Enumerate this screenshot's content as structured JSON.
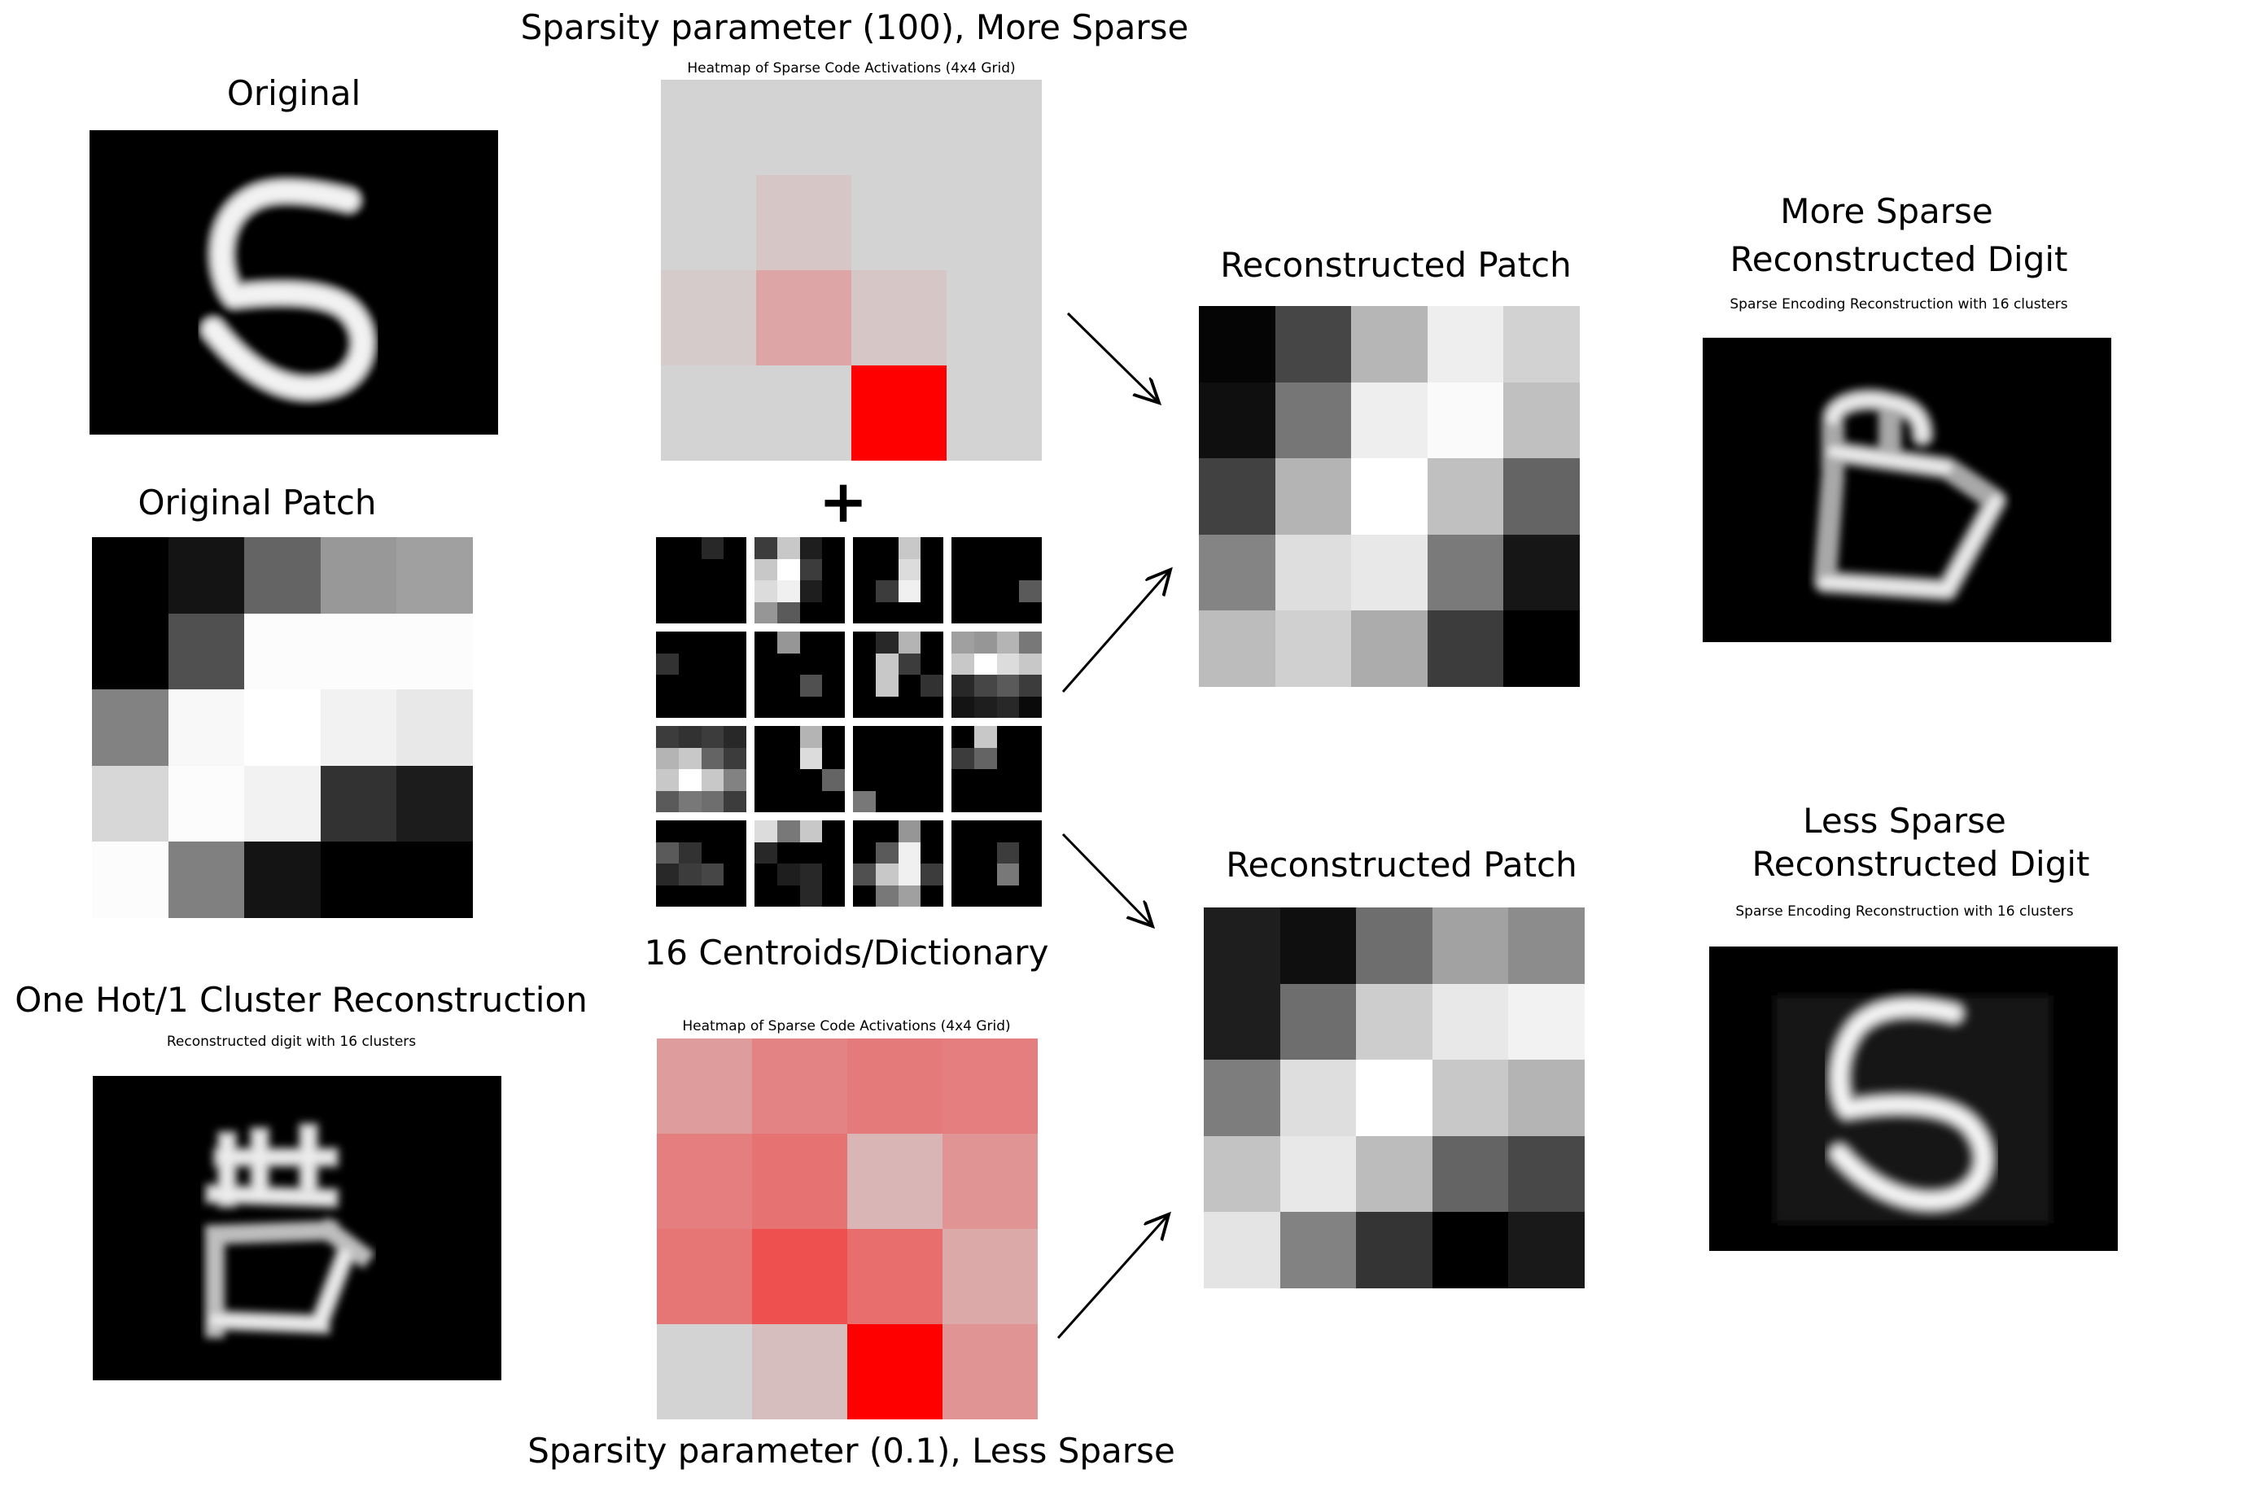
{
  "labels": {
    "original": "Original",
    "original_patch": "Original Patch",
    "one_hot": "One Hot/1 Cluster Reconstruction",
    "one_hot_sub": "Reconstructed digit with 16 clusters",
    "sparsity_high": "Sparsity parameter (100), More Sparse",
    "heatmap_title_top": "Heatmap of Sparse Code Activations (4x4 Grid)",
    "plus": "+",
    "centroids": "16 Centroids/Dictionary",
    "heatmap_title_bottom": "Heatmap of Sparse Code Activations (4x4 Grid)",
    "sparsity_low": "Sparsity parameter (0.1), Less Sparse",
    "recon_patch_top": "Reconstructed Patch",
    "recon_patch_bottom": "Reconstructed Patch",
    "more_sparse_line1": "More Sparse",
    "more_sparse_line2": "Reconstructed Digit",
    "more_sparse_sub": "Sparse Encoding Reconstruction with 16 clusters",
    "less_sparse_line1": "Less Sparse",
    "less_sparse_line2": "Reconstructed Digit",
    "less_sparse_sub": "Sparse Encoding Reconstruction with 16 clusters"
  },
  "patches": {
    "original": [
      [
        0,
        20,
        100,
        152,
        160
      ],
      [
        0,
        80,
        252,
        252,
        252
      ],
      [
        130,
        248,
        255,
        242,
        232
      ],
      [
        215,
        252,
        242,
        50,
        28
      ],
      [
        252,
        128,
        20,
        0,
        0
      ]
    ],
    "recon_top": [
      [
        5,
        70,
        182,
        238,
        210
      ],
      [
        15,
        118,
        238,
        250,
        192
      ],
      [
        65,
        180,
        255,
        192,
        100
      ],
      [
        132,
        222,
        232,
        122,
        22
      ],
      [
        188,
        208,
        172,
        60,
        0
      ]
    ],
    "recon_bottom": [
      [
        30,
        15,
        110,
        162,
        140
      ],
      [
        30,
        110,
        205,
        232,
        242
      ],
      [
        125,
        222,
        255,
        200,
        180
      ],
      [
        195,
        232,
        188,
        100,
        72
      ],
      [
        228,
        130,
        52,
        0,
        25
      ]
    ]
  },
  "heatmaps": {
    "more_sparse": [
      [
        0.0,
        0.0,
        0.0,
        0.0
      ],
      [
        0.0,
        0.06,
        0.0,
        0.0
      ],
      [
        0.04,
        0.22,
        0.06,
        0.0
      ],
      [
        0.0,
        0.0,
        1.0,
        0.0
      ]
    ],
    "less_sparse": [
      [
        0.26,
        0.38,
        0.42,
        0.4
      ],
      [
        0.4,
        0.46,
        0.14,
        0.3
      ],
      [
        0.44,
        0.62,
        0.48,
        0.2
      ],
      [
        0.0,
        0.1,
        1.0,
        0.3
      ]
    ],
    "colors": {
      "low": "#d3d3d3",
      "high": "#ff0000"
    }
  },
  "centroids": [
    [
      [
        0,
        0,
        40,
        0
      ],
      [
        0,
        0,
        0,
        0
      ],
      [
        0,
        0,
        0,
        0
      ],
      [
        0,
        0,
        0,
        0
      ]
    ],
    [
      [
        60,
        200,
        30,
        0
      ],
      [
        200,
        255,
        60,
        0
      ],
      [
        220,
        240,
        30,
        0
      ],
      [
        150,
        90,
        0,
        0
      ]
    ],
    [
      [
        0,
        0,
        200,
        0
      ],
      [
        0,
        0,
        220,
        0
      ],
      [
        0,
        60,
        240,
        0
      ],
      [
        0,
        0,
        0,
        0
      ]
    ],
    [
      [
        0,
        0,
        0,
        0
      ],
      [
        0,
        0,
        0,
        0
      ],
      [
        0,
        0,
        0,
        90
      ],
      [
        0,
        0,
        0,
        0
      ]
    ],
    [
      [
        0,
        0,
        0,
        0
      ],
      [
        50,
        0,
        0,
        0
      ],
      [
        0,
        0,
        0,
        0
      ],
      [
        0,
        0,
        0,
        0
      ]
    ],
    [
      [
        0,
        150,
        0,
        0
      ],
      [
        0,
        0,
        0,
        0
      ],
      [
        0,
        0,
        80,
        0
      ],
      [
        0,
        0,
        0,
        0
      ]
    ],
    [
      [
        0,
        40,
        180,
        0
      ],
      [
        0,
        200,
        60,
        0
      ],
      [
        0,
        200,
        0,
        50
      ],
      [
        0,
        0,
        0,
        0
      ]
    ],
    [
      [
        160,
        150,
        180,
        120
      ],
      [
        200,
        255,
        220,
        200
      ],
      [
        40,
        70,
        90,
        60
      ],
      [
        20,
        30,
        40,
        10
      ]
    ],
    [
      [
        60,
        50,
        60,
        40
      ],
      [
        180,
        200,
        100,
        60
      ],
      [
        200,
        255,
        200,
        130
      ],
      [
        90,
        120,
        110,
        60
      ]
    ],
    [
      [
        0,
        0,
        180,
        0
      ],
      [
        0,
        0,
        220,
        0
      ],
      [
        0,
        0,
        0,
        100
      ],
      [
        0,
        0,
        0,
        0
      ]
    ],
    [
      [
        0,
        0,
        0,
        0
      ],
      [
        0,
        0,
        0,
        0
      ],
      [
        0,
        0,
        0,
        0
      ],
      [
        120,
        0,
        0,
        0
      ]
    ],
    [
      [
        0,
        200,
        0,
        0
      ],
      [
        60,
        100,
        0,
        0
      ],
      [
        0,
        0,
        0,
        0
      ],
      [
        0,
        0,
        0,
        0
      ]
    ],
    [
      [
        0,
        0,
        0,
        0
      ],
      [
        90,
        50,
        0,
        0
      ],
      [
        40,
        60,
        70,
        0
      ],
      [
        0,
        0,
        0,
        0
      ]
    ],
    [
      [
        220,
        120,
        200,
        0
      ],
      [
        40,
        0,
        0,
        0
      ],
      [
        0,
        30,
        40,
        0
      ],
      [
        0,
        0,
        40,
        0
      ]
    ],
    [
      [
        0,
        0,
        150,
        0
      ],
      [
        0,
        90,
        240,
        0
      ],
      [
        80,
        200,
        240,
        60
      ],
      [
        0,
        120,
        160,
        0
      ]
    ],
    [
      [
        0,
        0,
        0,
        0
      ],
      [
        0,
        0,
        60,
        0
      ],
      [
        0,
        0,
        120,
        0
      ],
      [
        0,
        0,
        0,
        0
      ]
    ]
  ]
}
